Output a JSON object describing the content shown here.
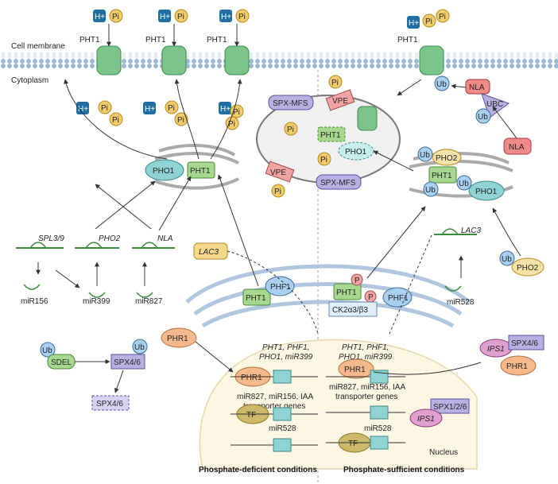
{
  "labels": {
    "cell_membrane": "Cell membrane",
    "cytoplasm": "Cytoplasm",
    "nucleus": "Nucleus",
    "pht1": "PHT1",
    "h": "H+",
    "pi": "Pi",
    "ub": "Ub",
    "p": "P",
    "pho1": "PHO1",
    "pho2": "PHO2",
    "phf1": "PHF1",
    "phr1": "PHR1",
    "tf": "TF",
    "vpe": "VPE",
    "spx_mfs": "SPX-MFS",
    "nla": "NLA",
    "ubc": "UBC",
    "lac3": "LAC3",
    "sdel": "SDEL",
    "spx46": "SPX4/6",
    "spx126": "SPX1/2/6",
    "ips1": "IPS1",
    "ck2": "CK2α3/β3",
    "spl39": "SPL3/9",
    "mir156": "miR156",
    "mir399": "miR399",
    "mir827": "miR827",
    "mir528": "miR528",
    "genes_line1": "PHT1, PHF1,",
    "genes_line2": "PHO1, miR399",
    "genes2_line1": "miR827, miR156, IAA",
    "genes2_line2": "transporter genes",
    "cond_left": "Phosphate-deficient conditions",
    "cond_right": "Phosphate-sufficient conditions"
  },
  "colors": {
    "membrane": "#9db8d6",
    "pht1": "#7cc48a",
    "pi": "#f2cc6a",
    "h": "#1f6fa3",
    "ub": "#a9d0f0",
    "pho1": "#8fd3d3",
    "phr1": "#f6b98b",
    "vpe": "#f2a3a3",
    "spx": "#9b8fd0",
    "nla": "#f08a8a",
    "nucleus": "#fdf6e3",
    "tf": "#cdb96a"
  }
}
